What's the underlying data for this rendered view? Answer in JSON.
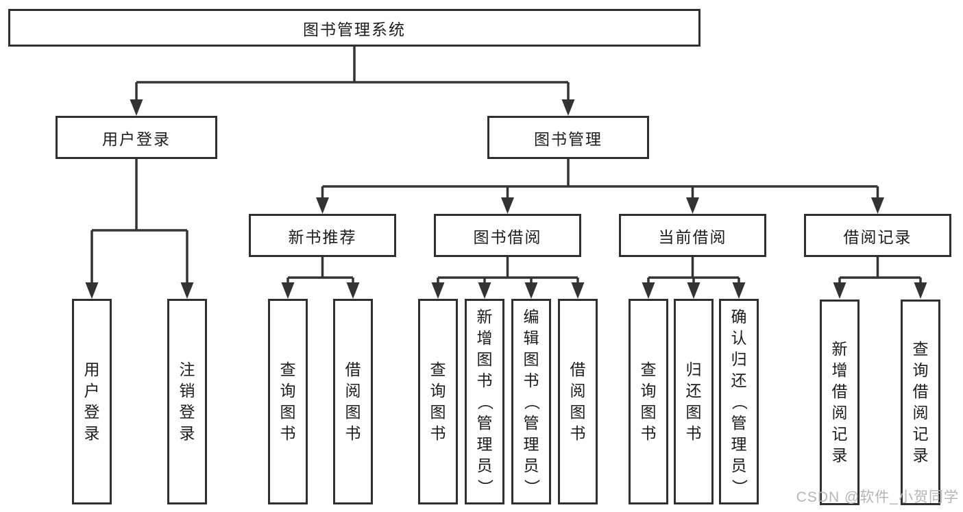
{
  "colors": {
    "line": "#333333",
    "box_border": "#2f2f2f",
    "text": "#1c1c1c",
    "watermark": "#b5b5b5",
    "background": "#ffffff"
  },
  "watermark": "CSDN @软件_小贺同学",
  "tree": {
    "root": {
      "label": "图书管理系统"
    },
    "user_login": {
      "label": "用户登录",
      "children": [
        {
          "label": "用户登录"
        },
        {
          "label": "注销登录"
        }
      ]
    },
    "book_management": {
      "label": "图书管理",
      "sections": [
        {
          "label": "新书推荐",
          "children": [
            {
              "label": "查询图书"
            },
            {
              "label": "借阅图书"
            }
          ]
        },
        {
          "label": "图书借阅",
          "children": [
            {
              "label": "查询图书"
            },
            {
              "label": "新增图书（管理员）"
            },
            {
              "label": "编辑图书（管理员）"
            },
            {
              "label": "借阅图书"
            }
          ]
        },
        {
          "label": "当前借阅",
          "children": [
            {
              "label": "查询图书"
            },
            {
              "label": "归还图书"
            },
            {
              "label": "确认归还（管理员）"
            }
          ]
        },
        {
          "label": "借阅记录",
          "children": [
            {
              "label": "新增借阅记录"
            },
            {
              "label": "查询借阅记录"
            }
          ]
        }
      ]
    }
  }
}
